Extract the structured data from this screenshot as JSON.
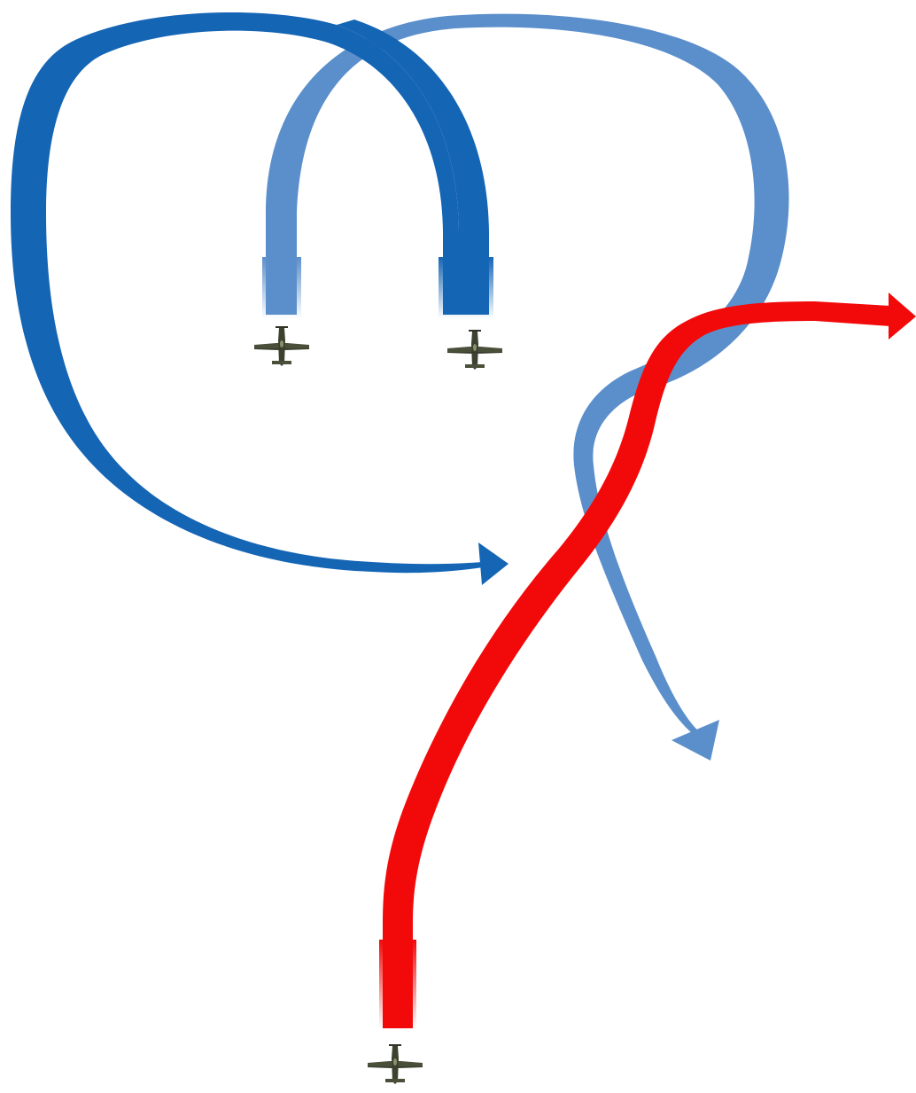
{
  "diagram": {
    "kind": "air-combat-maneuver",
    "aircraft": [
      {
        "id": "left-wingman",
        "side": "friendly",
        "icon": "plane-icon"
      },
      {
        "id": "right-leader",
        "side": "friendly",
        "icon": "plane-icon"
      },
      {
        "id": "attacker",
        "side": "enemy",
        "icon": "plane-icon"
      }
    ],
    "paths": [
      {
        "id": "dark-blue-loop",
        "aircraft": "right-leader",
        "color": "#1565b5",
        "arrowhead": true
      },
      {
        "id": "light-blue-loop",
        "aircraft": "left-wingman",
        "color": "#5b8fcb",
        "arrowhead": true
      },
      {
        "id": "red-attack",
        "aircraft": "attacker",
        "color": "#f20a0a",
        "arrowhead": true
      }
    ],
    "colors": {
      "dark_blue": "#1565b5",
      "light_blue": "#5b8fcb",
      "red": "#f20a0a",
      "plane_body": "#4a4f3a",
      "plane_shadow": "#2f3326",
      "background": "#ffffff"
    }
  }
}
